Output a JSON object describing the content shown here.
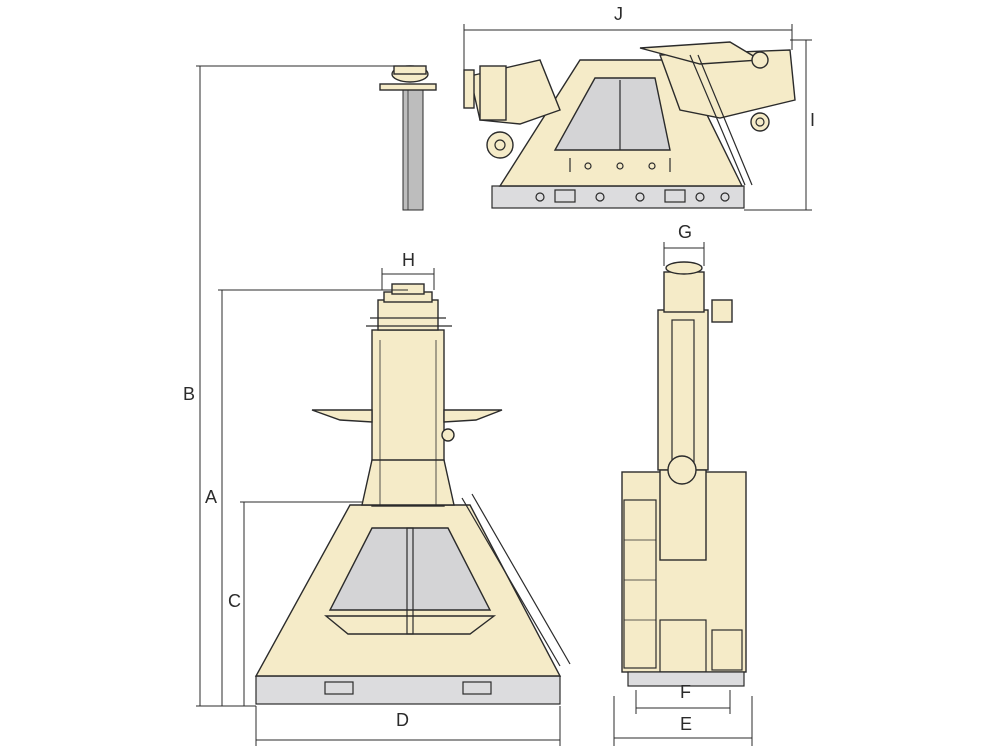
{
  "colors": {
    "body": "#f5ebc8",
    "window": "#d4d4d6",
    "track": "#dcdcde",
    "outline": "#2b2b2b"
  },
  "dimensions": {
    "A": "A",
    "B": "B",
    "C": "C",
    "D": "D",
    "E": "E",
    "F": "F",
    "G": "G",
    "H": "H",
    "I": "I",
    "J": "J"
  }
}
